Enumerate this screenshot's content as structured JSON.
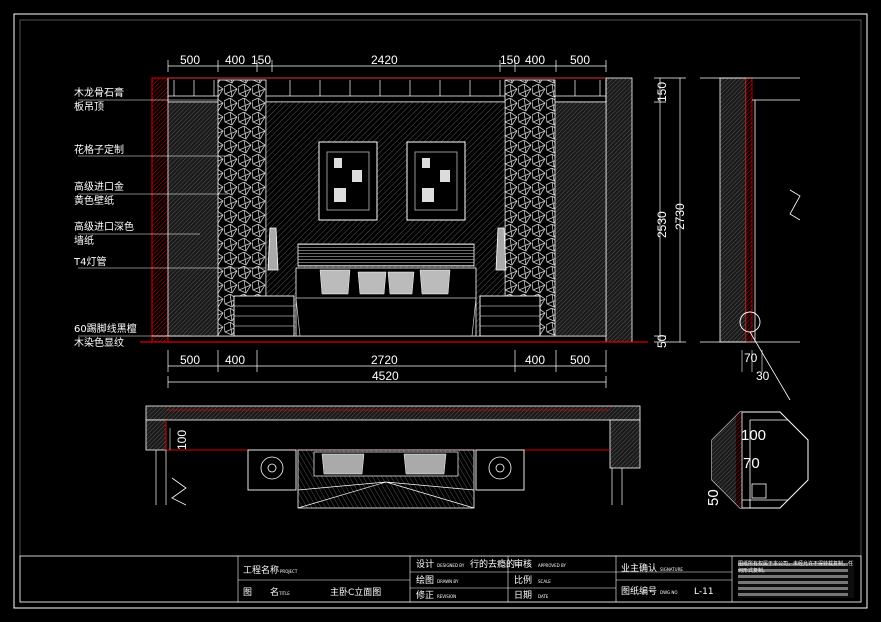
{
  "dims_top": [
    "500",
    "400",
    "150",
    "2420",
    "150",
    "400",
    "500"
  ],
  "dims_bottom": [
    "500",
    "400",
    "2720",
    "400",
    "500"
  ],
  "dim_total": "4520",
  "dims_right": [
    "150",
    "2530",
    "2730",
    "50"
  ],
  "section_dims": {
    "w1": "70",
    "w2": "30"
  },
  "plan_dim": "100",
  "detail_dims": {
    "a": "100",
    "b": "70",
    "c": "50"
  },
  "labels": {
    "ceiling_1": "木龙骨石膏",
    "ceiling_2": "板吊顶",
    "lattice": "花格子定制",
    "wallpaper_gold_1": "高级进口金",
    "wallpaper_gold_2": "黄色壁纸",
    "wallpaper_dark_1": "高级进口深色",
    "wallpaper_dark_2": "墙纸",
    "t4": "T4灯管",
    "baseboard_1": "60踢脚线黑檀",
    "baseboard_2": "木染色显纹"
  },
  "title_block": {
    "project_label": "工程名称",
    "project_en": "PROJECT",
    "drawing_label": "图　　名",
    "drawing_en": "TITLE",
    "drawing_name": "主卧C立面图",
    "design_label": "设计",
    "design_en": "DESIGNED BY",
    "designer": "行的去瘾的",
    "draw_label": "绘图",
    "draw_en": "DRAWN BY",
    "revise_label": "修正",
    "revise_en": "REVISION",
    "approve_label": "审核",
    "approve_en": "APPROVED BY",
    "scale_label": "比例",
    "scale_en": "SCALE",
    "date_label": "日期",
    "date_en": "DATE",
    "owner_label": "业主确认",
    "owner_en": "SIGNATURE",
    "number_label": "图纸编号",
    "number_en": "DWG NO",
    "number_value": "L-11",
    "note_1": "图纸所有权属于本公司，未经允许不得转载复制，任",
    "note_2": "何形式复制。"
  }
}
